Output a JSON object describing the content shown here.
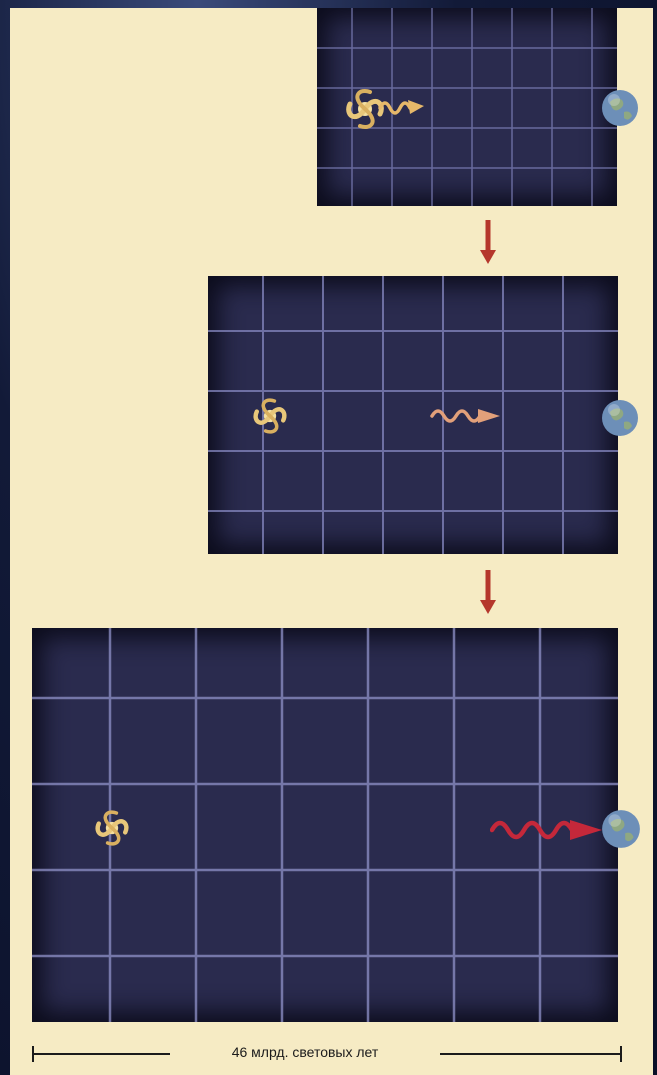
{
  "scale": {
    "label": "46 млрд. световых лет"
  },
  "stages": [
    {
      "id": "stage-1",
      "photon_color": "#e6b86a"
    },
    {
      "id": "stage-2",
      "photon_color": "#e2a07a"
    },
    {
      "id": "stage-3",
      "photon_color": "#c4283a"
    }
  ],
  "colors": {
    "background": "#f6ebc4",
    "grid_fill": "#2a2b4e",
    "grid_line": "#8a8cc4",
    "arrow": "#b5372c",
    "galaxy": "#e8c77a",
    "earth": "#6d8fb8"
  }
}
